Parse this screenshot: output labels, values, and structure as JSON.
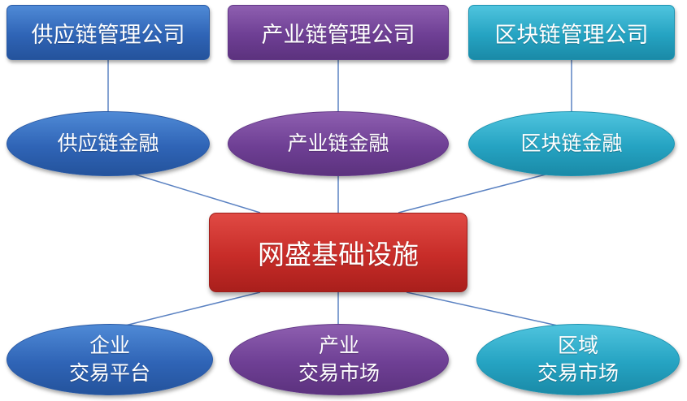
{
  "top_boxes": {
    "supply_chain_company": "供应链管理公司",
    "industry_chain_company": "产业链管理公司",
    "blockchain_company": "区块链管理公司"
  },
  "finance_nodes": {
    "supply_chain_finance": "供应链金融",
    "industry_chain_finance": "产业链金融",
    "blockchain_finance": "区块链金融"
  },
  "center": {
    "label": "网盛基础设施"
  },
  "market_nodes": {
    "enterprise_platform": {
      "line1": "企业",
      "line2": "交易平台"
    },
    "industry_market": {
      "line1": "产业",
      "line2": "交易市场"
    },
    "regional_market": {
      "line1": "区域",
      "line2": "交易市场"
    }
  },
  "colors": {
    "blue": "#2f64b6",
    "purple": "#6e3f94",
    "teal": "#25a3c2",
    "red": "#c72c28",
    "connector": "#5b82c2"
  }
}
